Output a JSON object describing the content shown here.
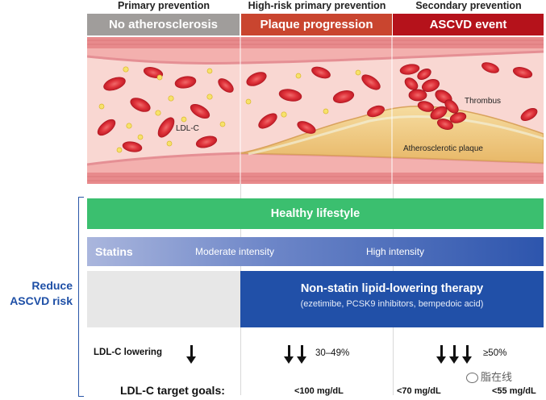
{
  "stages": [
    {
      "label": "Primary prevention",
      "title": "No atherosclerosis",
      "color": "#a09d9b"
    },
    {
      "label": "High-risk primary prevention",
      "title": "Plaque progression",
      "color": "#c9452f"
    },
    {
      "label": "Secondary prevention",
      "title": "ASCVD event",
      "color": "#b5121b"
    }
  ],
  "artery": {
    "ldl_label": "LDL-C",
    "thrombus_label": "Thrombus",
    "plaque_label": "Atherosclerotic plaque"
  },
  "side_label": "Reduce\nASCVD risk",
  "lifestyle": {
    "label": "Healthy lifestyle",
    "color": "#3bbf6f"
  },
  "statins": {
    "label": "Statins",
    "moderate": "Moderate intensity",
    "high": "High intensity"
  },
  "nonstatin": {
    "title": "Non-statin lipid-lowering therapy",
    "subtitle": "(ezetimibe, PCSK9 inhibitors, bempedoic acid)",
    "color": "#2150a8"
  },
  "lowering": {
    "label": "LDL-C lowering",
    "moderate_pct": "30–49%",
    "high_pct": "≥50%"
  },
  "targets": {
    "label": "LDL-C target goals:",
    "goal1": "<100 mg/dL",
    "goal2": "<70 mg/dL",
    "goal3": "<55 mg/dL"
  },
  "watermark": "脂在线"
}
